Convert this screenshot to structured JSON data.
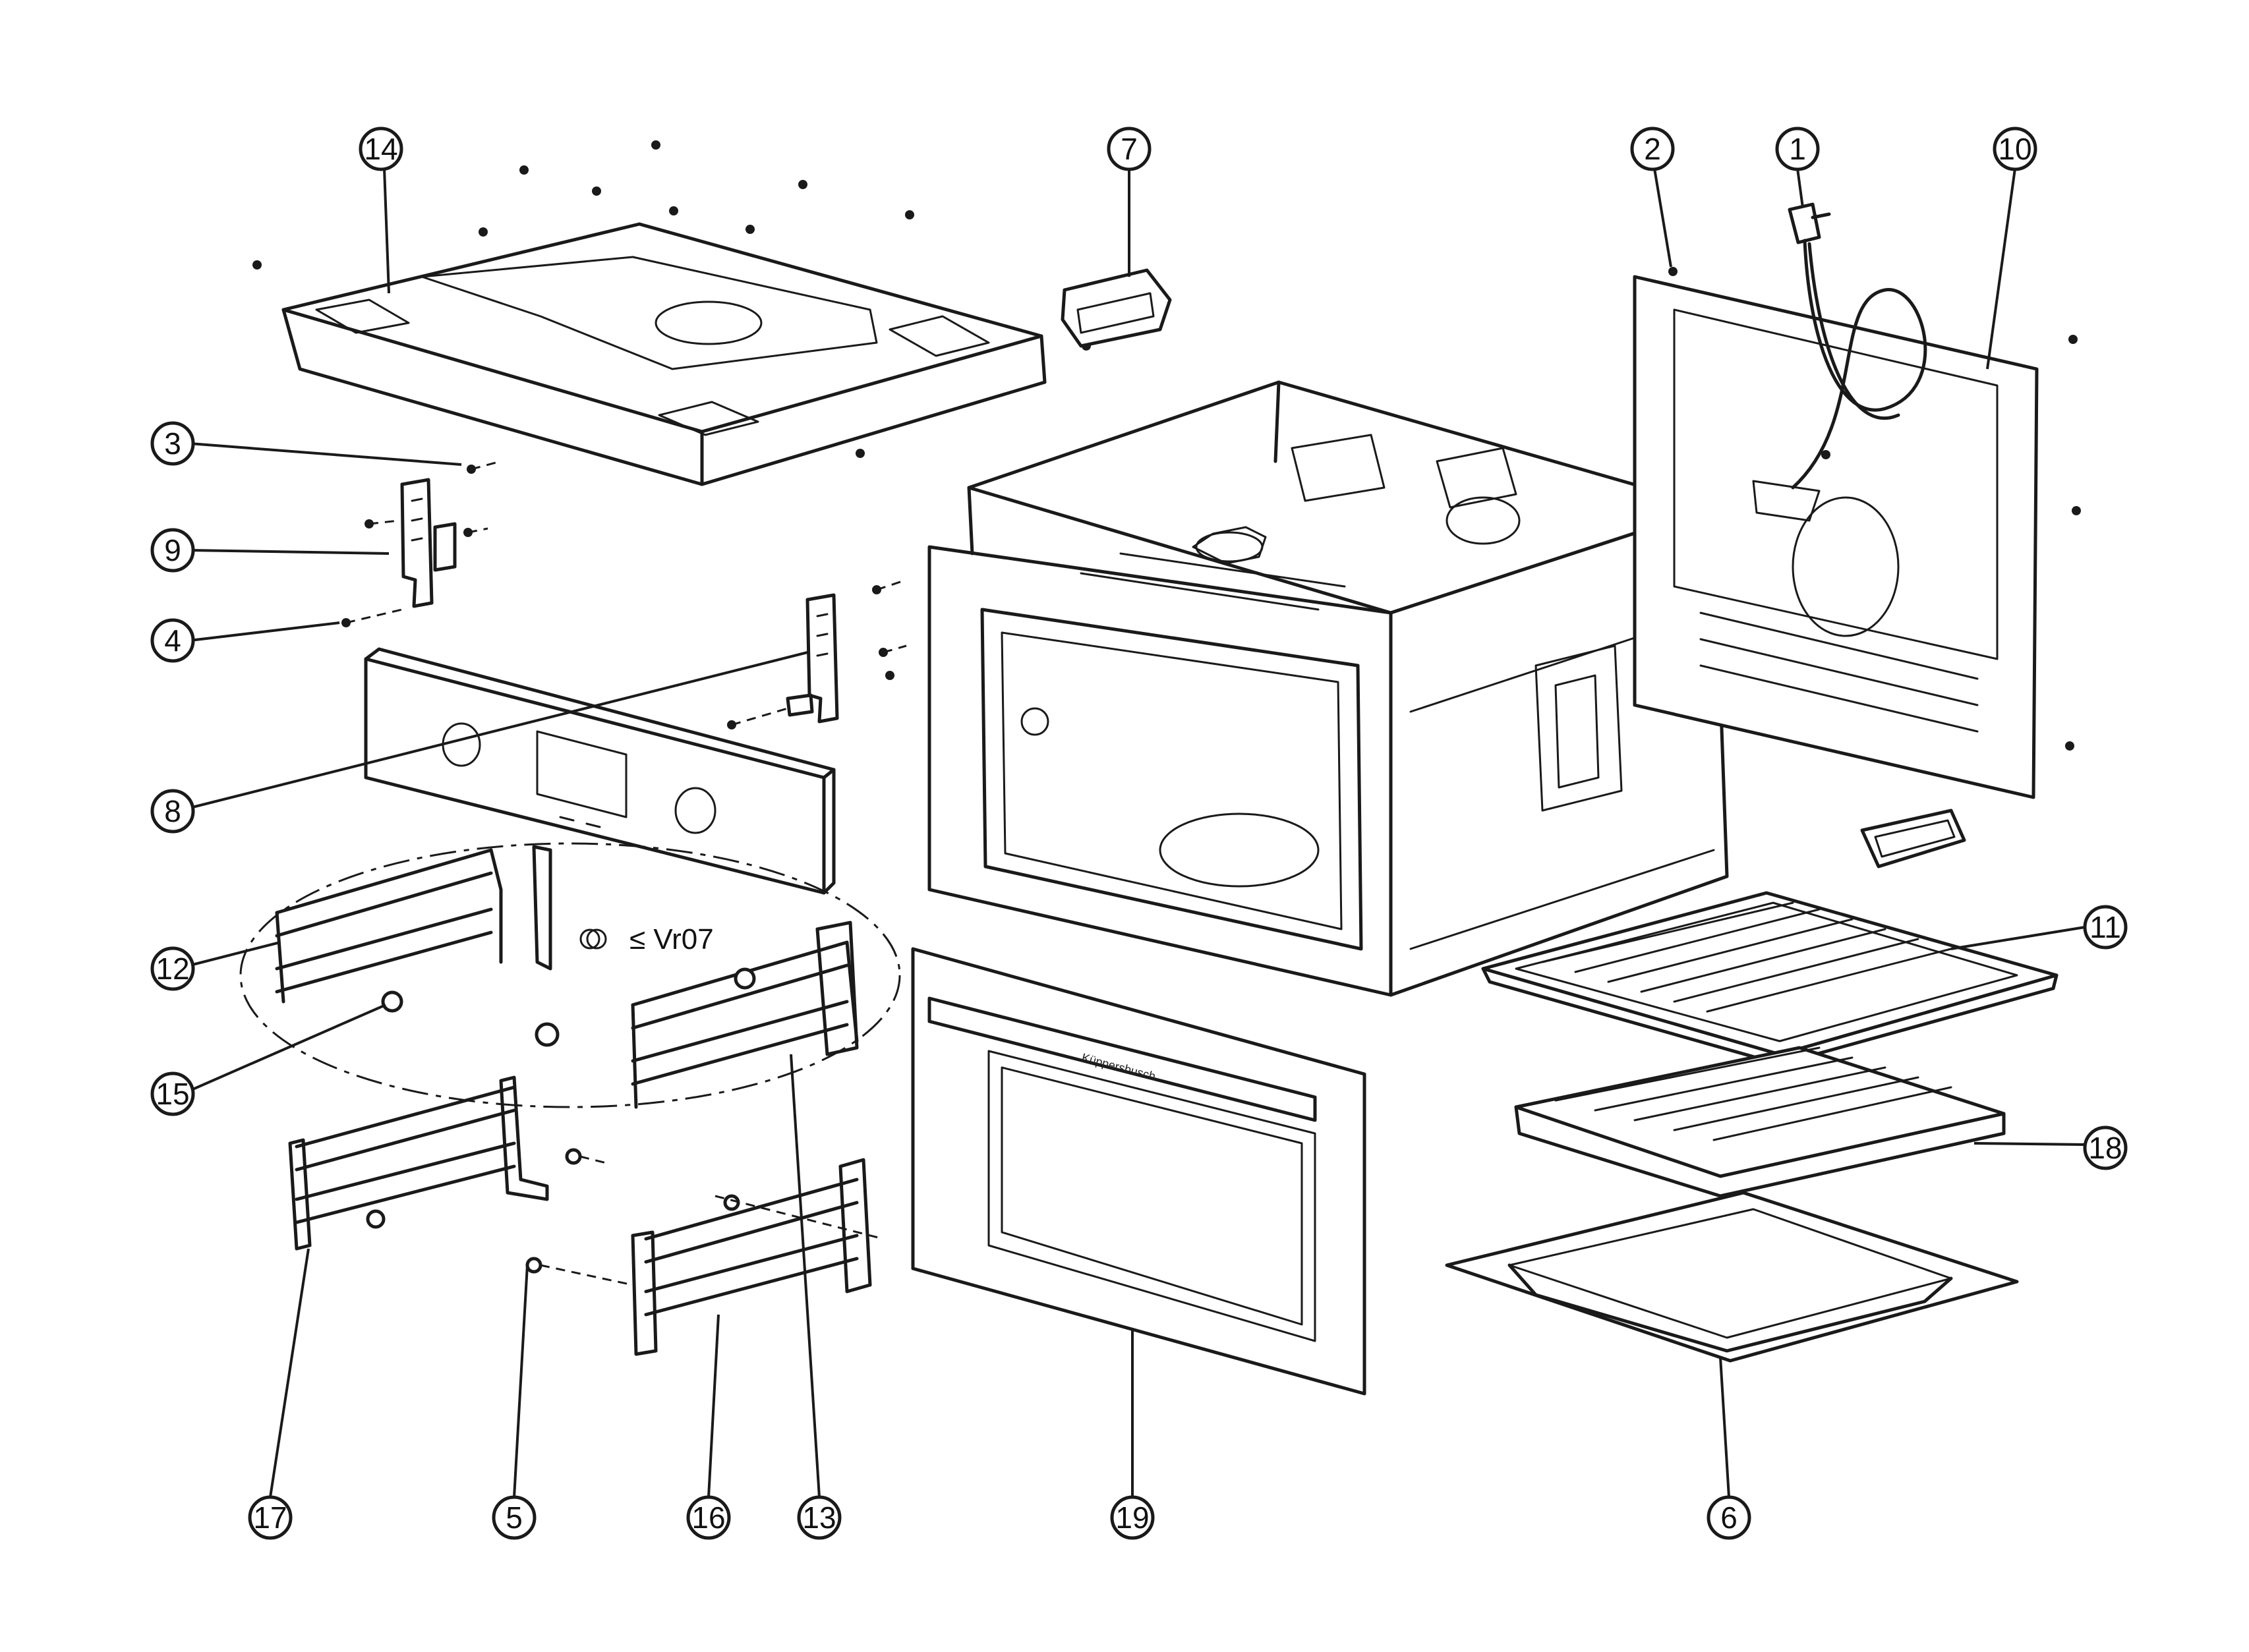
{
  "note": {
    "label": "≤ Vr07"
  },
  "brand": {
    "label": "Küppersbusch"
  },
  "balloons": [
    {
      "label": "14"
    },
    {
      "label": "7"
    },
    {
      "label": "2"
    },
    {
      "label": "1"
    },
    {
      "label": "10"
    },
    {
      "label": "3"
    },
    {
      "label": "9"
    },
    {
      "label": "4"
    },
    {
      "label": "8"
    },
    {
      "label": "12"
    },
    {
      "label": "15"
    },
    {
      "label": "11"
    },
    {
      "label": "18"
    },
    {
      "label": "17"
    },
    {
      "label": "5"
    },
    {
      "label": "16"
    },
    {
      "label": "13"
    },
    {
      "label": "19"
    },
    {
      "label": "6"
    }
  ]
}
